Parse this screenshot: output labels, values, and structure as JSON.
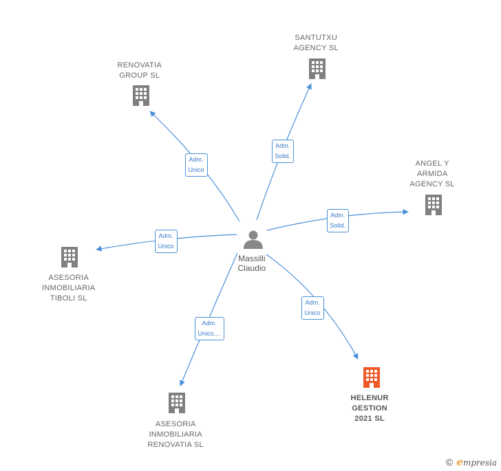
{
  "person": {
    "name_line1": "Massilli",
    "name_line2": "Claudio",
    "icon": "person-icon"
  },
  "companies": [
    {
      "key": "renovatia-group",
      "lines": [
        "RENOVATIA",
        "GROUP  SL"
      ],
      "icon": "building-icon",
      "color": "#808080"
    },
    {
      "key": "santutxu-agency",
      "lines": [
        "SANTUTXU",
        "AGENCY  SL"
      ],
      "icon": "building-icon",
      "color": "#808080"
    },
    {
      "key": "angel-y-armida",
      "lines": [
        "ANGEL Y",
        "ARMIDA",
        "AGENCY  SL"
      ],
      "icon": "building-icon",
      "color": "#808080"
    },
    {
      "key": "asesoria-tiboli",
      "lines": [
        "ASESORIA",
        "INMOBILIARIA",
        "TIBOLI  SL"
      ],
      "icon": "building-icon",
      "color": "#808080"
    },
    {
      "key": "asesoria-renovatia",
      "lines": [
        "ASESORIA",
        "INMOBILIARIA",
        "RENOVATIA SL"
      ],
      "icon": "building-icon",
      "color": "#808080"
    },
    {
      "key": "helenur-gestion",
      "lines": [
        "HELENUR",
        "GESTION",
        "2021  SL"
      ],
      "icon": "building-icon",
      "color": "#f05a28"
    }
  ],
  "relations": [
    {
      "key": "renovatia-group",
      "lines": [
        "Adm.",
        "Unico"
      ]
    },
    {
      "key": "santutxu-agency",
      "lines": [
        "Adm.",
        "Solid."
      ]
    },
    {
      "key": "angel-y-armida",
      "lines": [
        "Adm.",
        "Solid."
      ]
    },
    {
      "key": "asesoria-tiboli",
      "lines": [
        "Adm.",
        "Unico"
      ]
    },
    {
      "key": "asesoria-renovatia",
      "lines": [
        "Adm.",
        "Unico,..."
      ]
    },
    {
      "key": "helenur-gestion",
      "lines": [
        "Adm.",
        "Unico"
      ]
    }
  ],
  "colors": {
    "edge": "#4a90d9",
    "person": "#888888"
  },
  "footer": {
    "copyright": "©",
    "brand_initial": "e",
    "brand_rest": "mpresia"
  }
}
